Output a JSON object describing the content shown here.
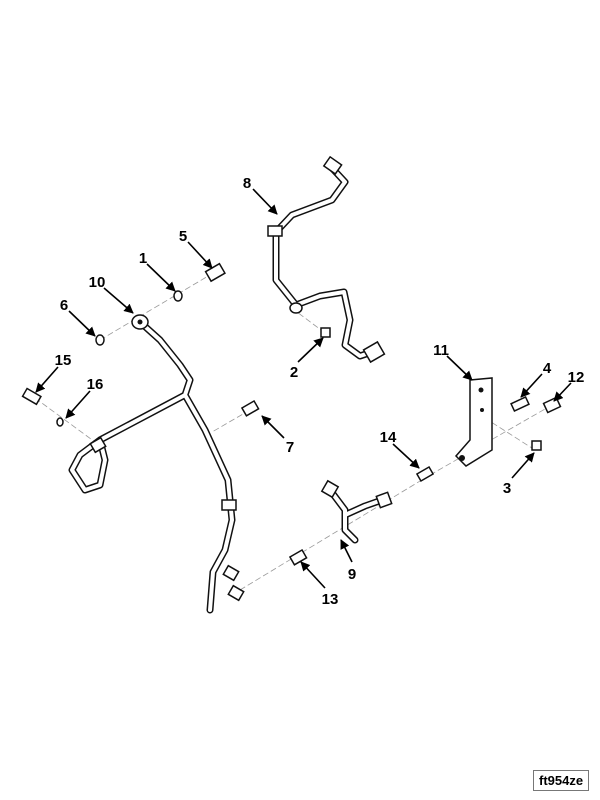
{
  "figure_id": "ft954ze",
  "callouts": [
    "1",
    "2",
    "3",
    "4",
    "5",
    "6",
    "7",
    "8",
    "9",
    "10",
    "11",
    "12",
    "13",
    "14",
    "15",
    "16"
  ]
}
